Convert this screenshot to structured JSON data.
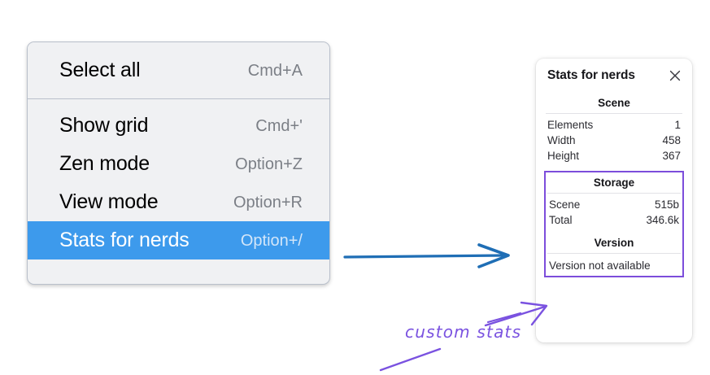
{
  "context_menu": {
    "groups": [
      {
        "name": "group-top",
        "items": [
          {
            "label": "Select all",
            "shortcut": "Cmd+A",
            "selected": false
          }
        ]
      },
      {
        "name": "group-main",
        "items": [
          {
            "label": "Show grid",
            "shortcut": "Cmd+'",
            "selected": false
          },
          {
            "label": "Zen mode",
            "shortcut": "Option+Z",
            "selected": false
          },
          {
            "label": "View mode",
            "shortcut": "Option+R",
            "selected": false
          },
          {
            "label": "Stats for nerds",
            "shortcut": "Option+/",
            "selected": true
          }
        ]
      }
    ],
    "highlight_color": "#3d9aec",
    "background_color": "#f0f1f3"
  },
  "stats_panel": {
    "title": "Stats for nerds",
    "close_icon": "close-icon",
    "scene": {
      "heading": "Scene",
      "rows": [
        {
          "key": "Elements",
          "value": "1"
        },
        {
          "key": "Width",
          "value": "458"
        },
        {
          "key": "Height",
          "value": "367"
        }
      ]
    },
    "storage": {
      "heading": "Storage",
      "rows": [
        {
          "key": "Scene",
          "value": "515b"
        },
        {
          "key": "Total",
          "value": "346.6k"
        }
      ]
    },
    "version": {
      "heading": "Version",
      "text": "Version not available"
    },
    "highlight_border_color": "#7c4ddb"
  },
  "annotations": {
    "handwritten_label": "custom stats",
    "blue_arrow_color": "#1f6eb5",
    "purple_arrow_color": "#7a52e0"
  }
}
